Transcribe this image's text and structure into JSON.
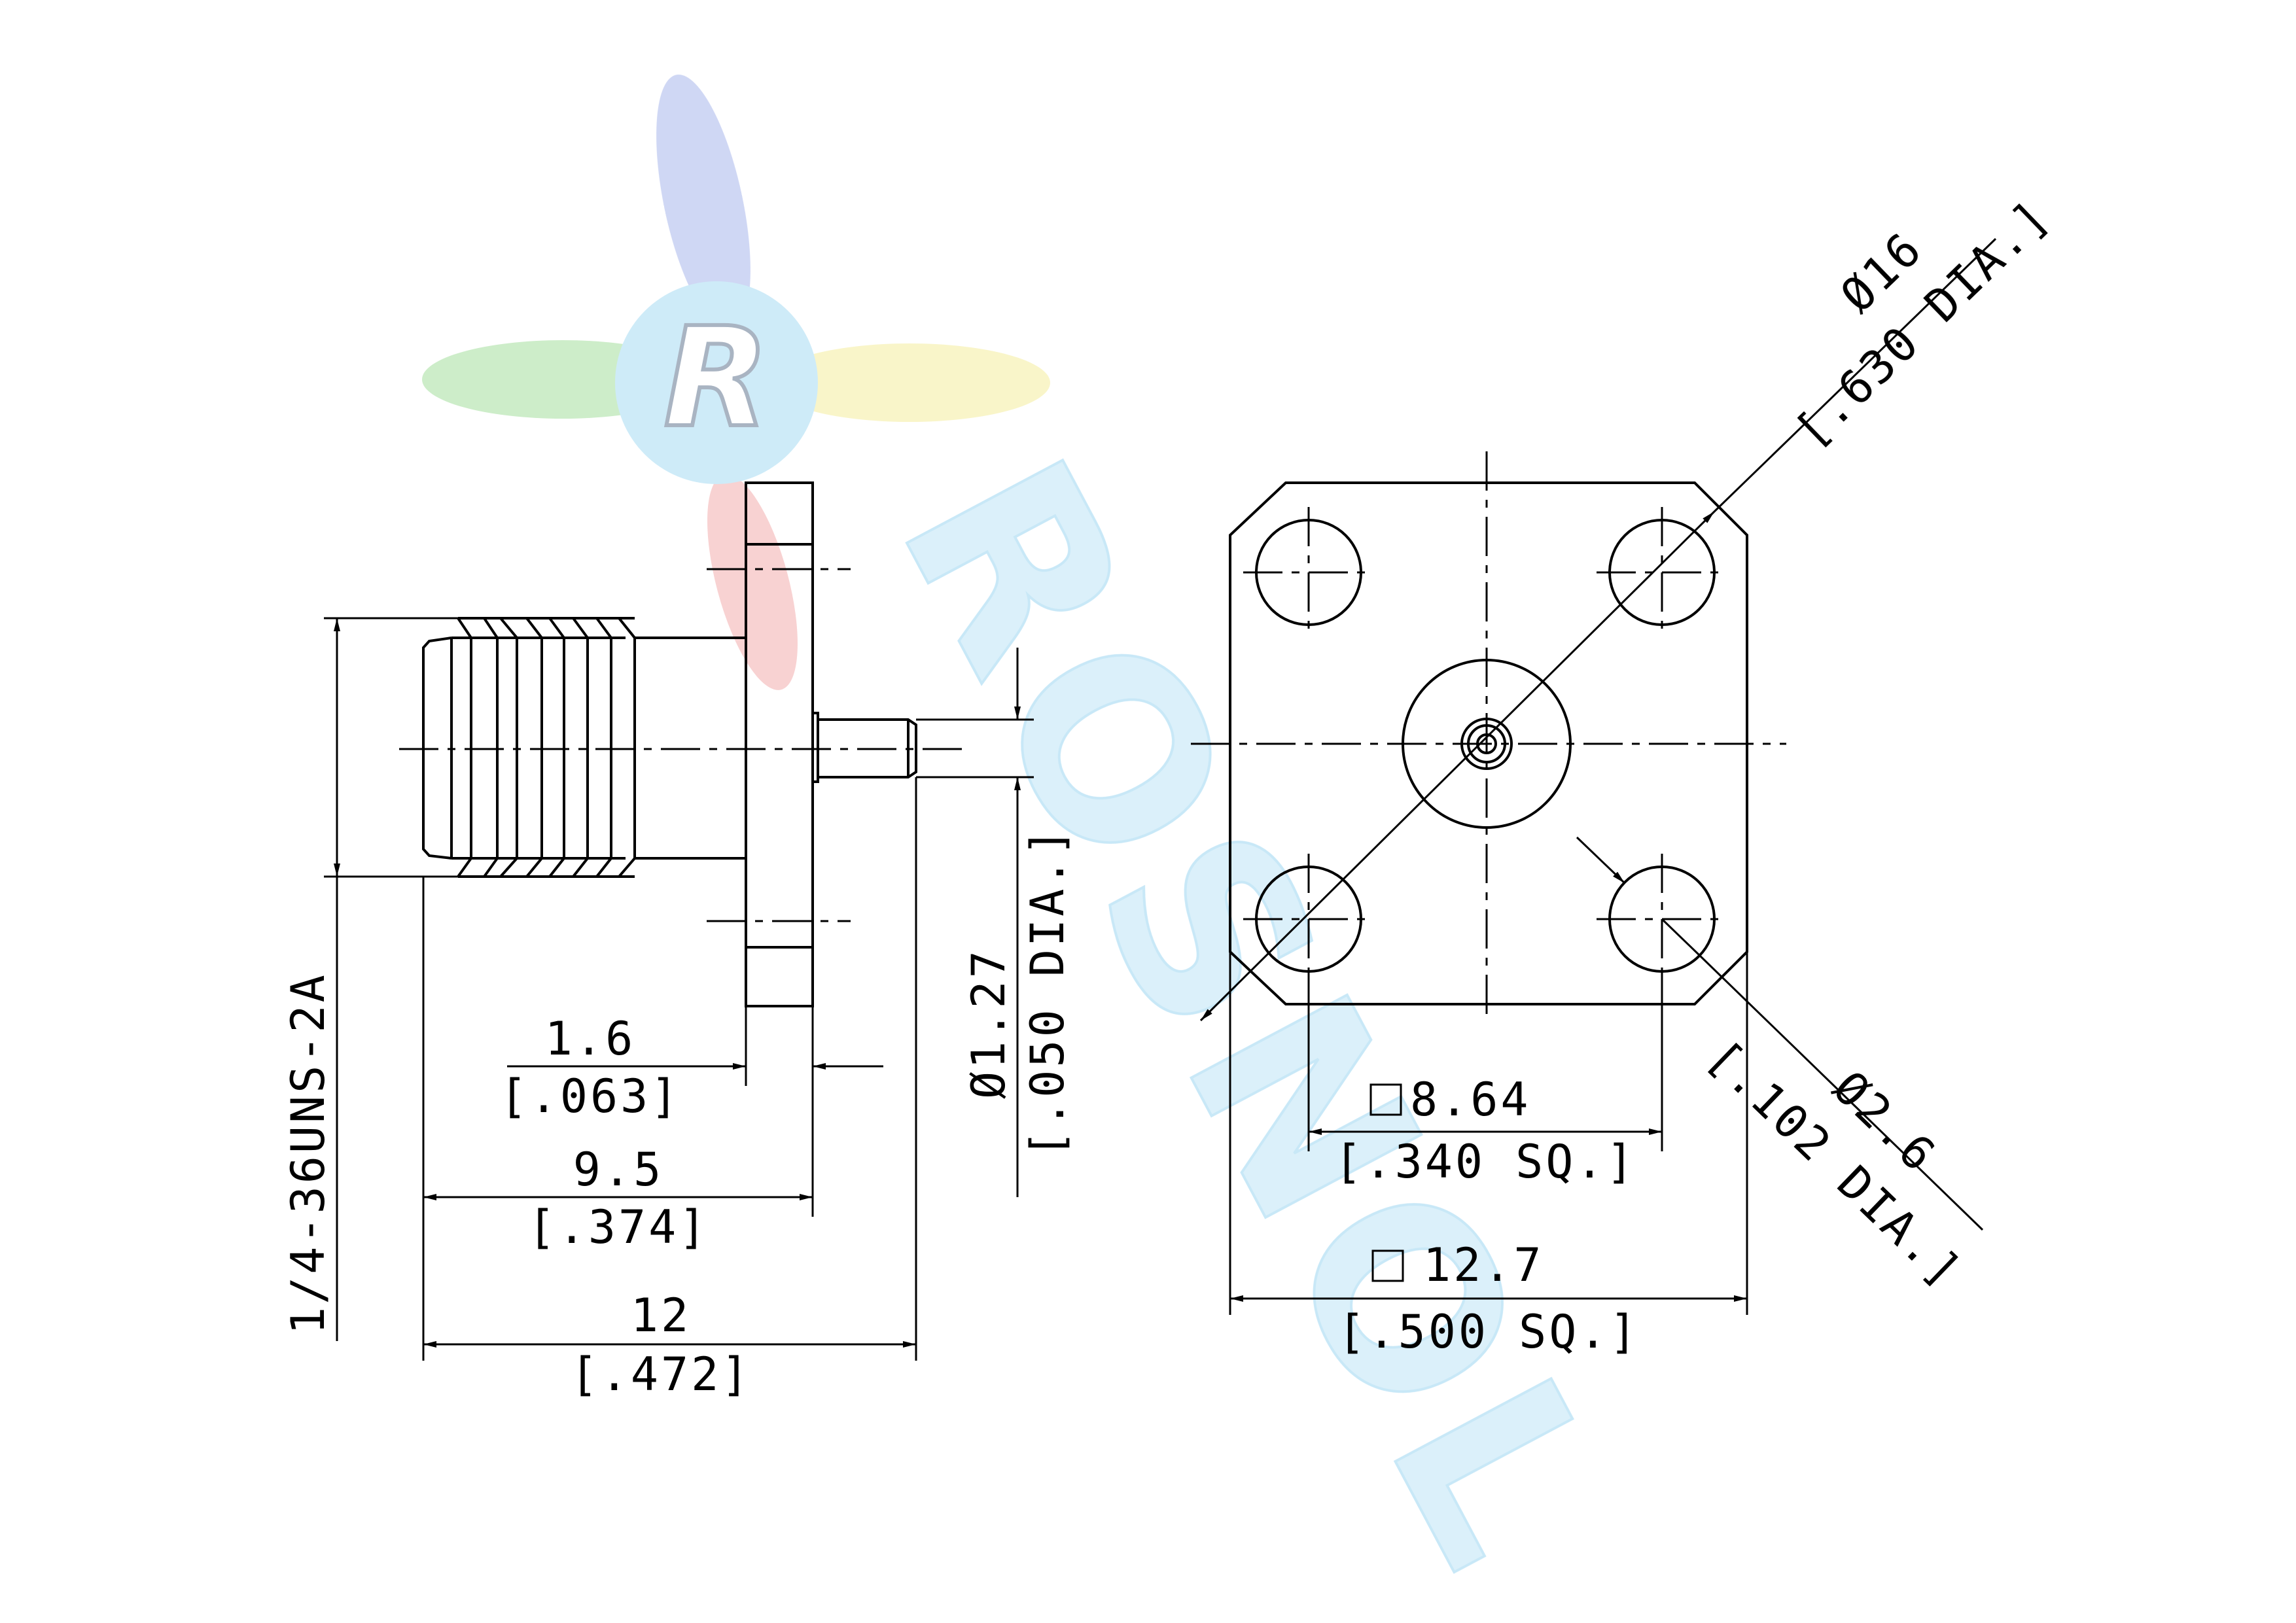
{
  "watermark": {
    "logo_letter": "R",
    "brand_text": "ROSNOL",
    "colors": {
      "blue": "#9fb0e6",
      "green": "#9fd89a",
      "yellow": "#f4ef96",
      "red": "#f2a9a9",
      "cyan": "#a9ddf5"
    }
  },
  "side_view": {
    "thread_label": "1/4-36UNS-2A",
    "flange_thickness": {
      "mm": "1.6",
      "inch": "[.063]"
    },
    "body_length": {
      "mm": "9.5",
      "inch": "[.374]"
    },
    "overall_length": {
      "mm": "12",
      "inch": "[.472]"
    },
    "pin_diameter": {
      "mm": "Ø1.27",
      "inch": "[.050 DIA.]"
    }
  },
  "front_view": {
    "flange_diameter": {
      "mm": "Ø16",
      "inch": "[.630 DIA.]"
    },
    "hole_diameter": {
      "mm": "Ø2.6",
      "inch": "[.102 DIA.]"
    },
    "hole_spacing": {
      "mm": "8.64",
      "inch": "[.340 SQ.]"
    },
    "flange_square": {
      "mm": "12.7",
      "inch": "[.500 SQ.]"
    }
  }
}
